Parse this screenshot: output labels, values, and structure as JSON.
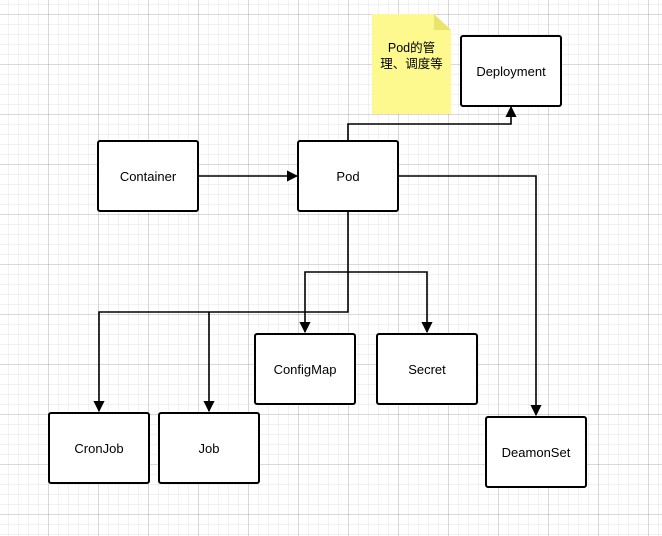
{
  "note": {
    "text": "Pod的管理、调度等"
  },
  "nodes": {
    "container": "Container",
    "pod": "Pod",
    "deployment": "Deployment",
    "configmap": "ConfigMap",
    "secret": "Secret",
    "cronjob": "CronJob",
    "job": "Job",
    "daemonset": "DeamonSet"
  },
  "colors": {
    "note_fill": "#fdf98e",
    "line": "#000000"
  }
}
